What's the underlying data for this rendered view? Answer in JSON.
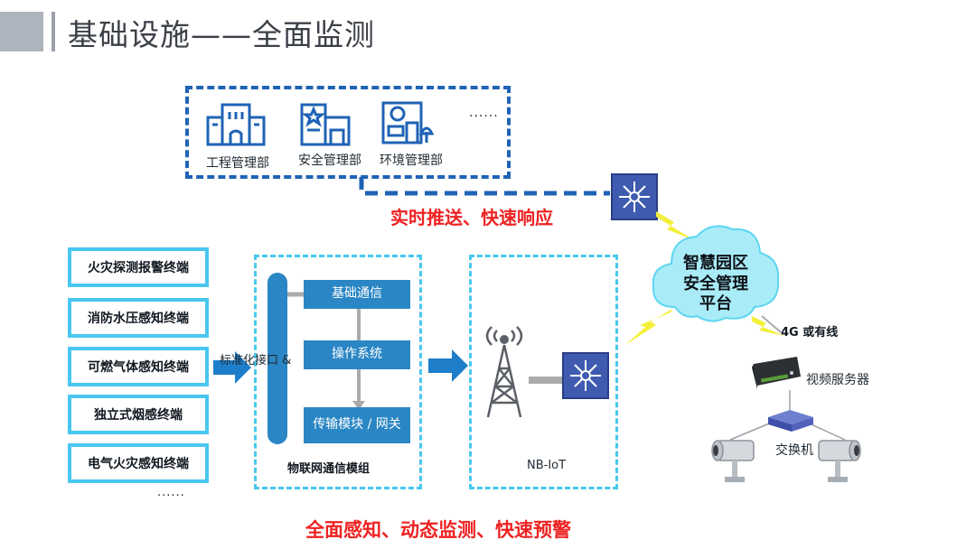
{
  "title": "基础设施——全面监测",
  "departments": {
    "items": [
      {
        "label": "工程管理部",
        "icon": "office-building-icon"
      },
      {
        "label": "安全管理部",
        "icon": "safety-building-icon"
      },
      {
        "label": "环境管理部",
        "icon": "environment-building-icon"
      }
    ],
    "more": "......"
  },
  "terminals": {
    "items": [
      "火灾探测报警终端",
      "消防水压感知终端",
      "可燃气体感知终端",
      "独立式烟感终端",
      "电气火灾感知终端"
    ],
    "more": "......"
  },
  "iot_module": {
    "interface_label": "标准化接口 &",
    "blocks": [
      "基础通信",
      "操作系统",
      "传输模块 / 网关"
    ],
    "caption": "物联网通信模组"
  },
  "network": {
    "caption": "NB-IoT"
  },
  "realtime_text": "实时推送、快速响应",
  "cloud": {
    "label_lines": [
      "智慧园区",
      "安全管理",
      "平台"
    ]
  },
  "link_label": "4G 或有线",
  "video_server_label": "视频服务器",
  "switch_label": "交换机",
  "bottom_slogan": "全面感知、动态监测、快速预警",
  "colors": {
    "dark_blue": "#1f63b5",
    "cyan": "#49c7f0",
    "module_blue": "#2a86c4",
    "red": "#ee2222",
    "lightning": "#f3ef3a"
  }
}
